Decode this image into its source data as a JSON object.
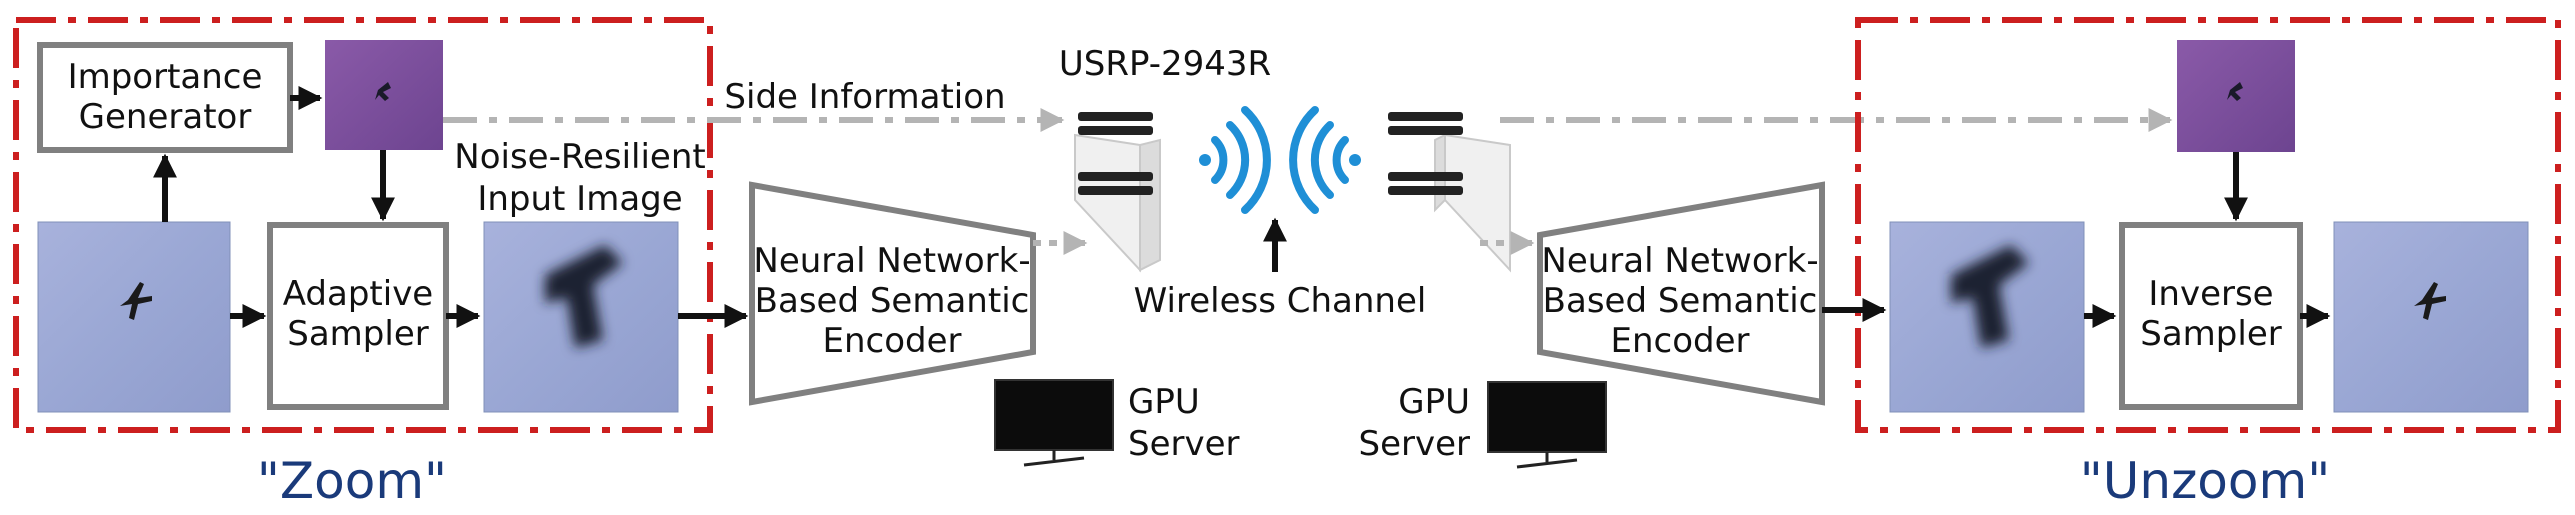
{
  "colors": {
    "frame_red": "#cc1f1f",
    "box_gray": "#808080",
    "dashed_gray": "#b4b4b4",
    "signal_blue": "#1f8fd6",
    "zoom_blue": "#1a3a7a",
    "sky": "#9eaad6",
    "importance_purple": "#7a4f9e"
  },
  "zoom_section": {
    "label": "\"Zoom\"",
    "importance_generator": [
      "Importance",
      "Generator"
    ],
    "adaptive_sampler": [
      "Adaptive",
      "Sampler"
    ],
    "noise_resilient_caption": [
      "Noise-Resilient",
      "Input Image"
    ]
  },
  "tx": {
    "encoder": [
      "Neural Network-",
      "Based Semantic",
      "Encoder"
    ],
    "gpu_server": [
      "GPU",
      "Server"
    ],
    "router_icon": "usrp-radio-icon",
    "monitor_icon": "monitor-icon"
  },
  "channel": {
    "device_label": "USRP-2943R",
    "side_information": "Side Information",
    "wireless_channel": "Wireless Channel",
    "signal_icon": "wifi-signal-icon"
  },
  "rx": {
    "encoder": [
      "Neural Network-",
      "Based Semantic",
      "Encoder"
    ],
    "gpu_server": [
      "GPU",
      "Server"
    ]
  },
  "unzoom_section": {
    "label": "\"Unzoom\"",
    "inverse_sampler": [
      "Inverse",
      "Sampler"
    ]
  }
}
